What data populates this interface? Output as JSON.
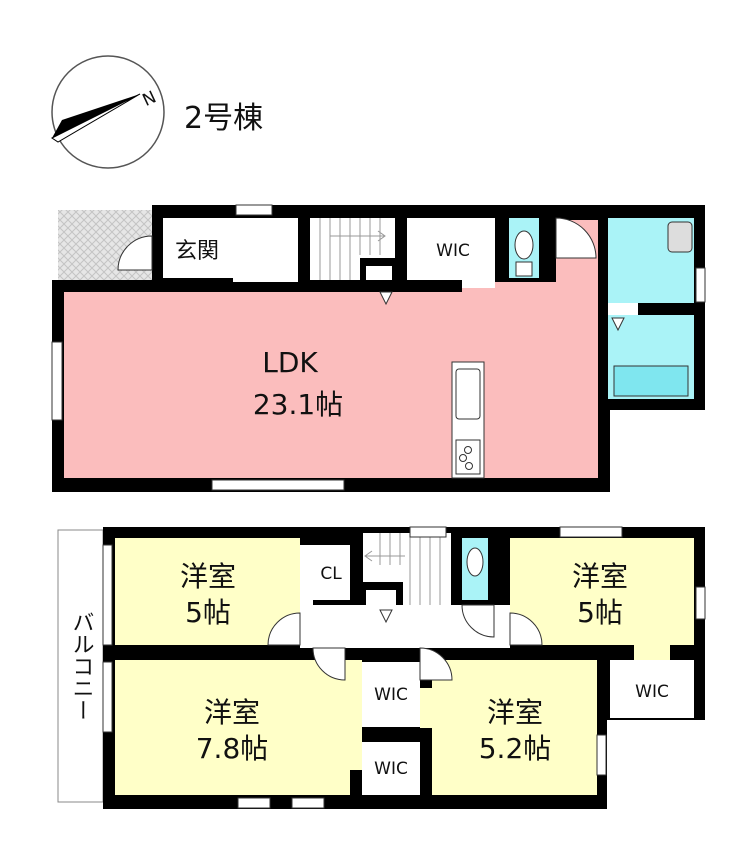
{
  "header": {
    "building_name": "2号棟",
    "compass_label": "N"
  },
  "floor1": {
    "entrance": "玄関",
    "wic": "WIC",
    "ldk_name": "LDK",
    "ldk_size": "23.1帖"
  },
  "floor2": {
    "room_tl_name": "洋室",
    "room_tl_size": "5帖",
    "closet": "CL",
    "room_tr_name": "洋室",
    "room_tr_size": "5帖",
    "room_bl_name": "洋室",
    "room_bl_size": "7.8帖",
    "room_bm_name": "洋室",
    "room_bm_size": "5.2帖",
    "wic_1": "WIC",
    "wic_2": "WIC",
    "wic_3": "WIC",
    "balcony": "バルコニー"
  },
  "colors": {
    "ldk": "#fbbdbd",
    "room": "#ffffc8",
    "wet": "#aaf3f7",
    "wall": "#000000"
  }
}
